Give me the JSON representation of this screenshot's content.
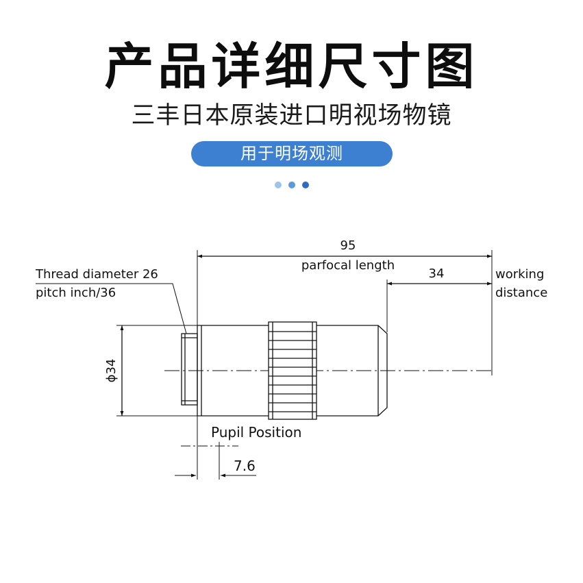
{
  "header": {
    "title": "产品详细尺寸图",
    "subtitle": "三丰日本原装进口明视场物镜",
    "pill_label": "用于明场观测"
  },
  "colors": {
    "accent": "#3d7fd1",
    "dot_light": "#9ec3ec",
    "dot_mid": "#5c98dc",
    "dot_dark": "#2f6cbf"
  },
  "drawing": {
    "parfocal_value": "95",
    "parfocal_label": "parfocal length",
    "working_value": "34",
    "working_label_1": "working",
    "working_label_2": "distance",
    "thread_label_1": "Thread diameter 26",
    "thread_label_2": "pitch inch/36",
    "diameter_label": "ϕ34",
    "pupil_label": "Pupil Position",
    "pupil_value": "7.6"
  }
}
